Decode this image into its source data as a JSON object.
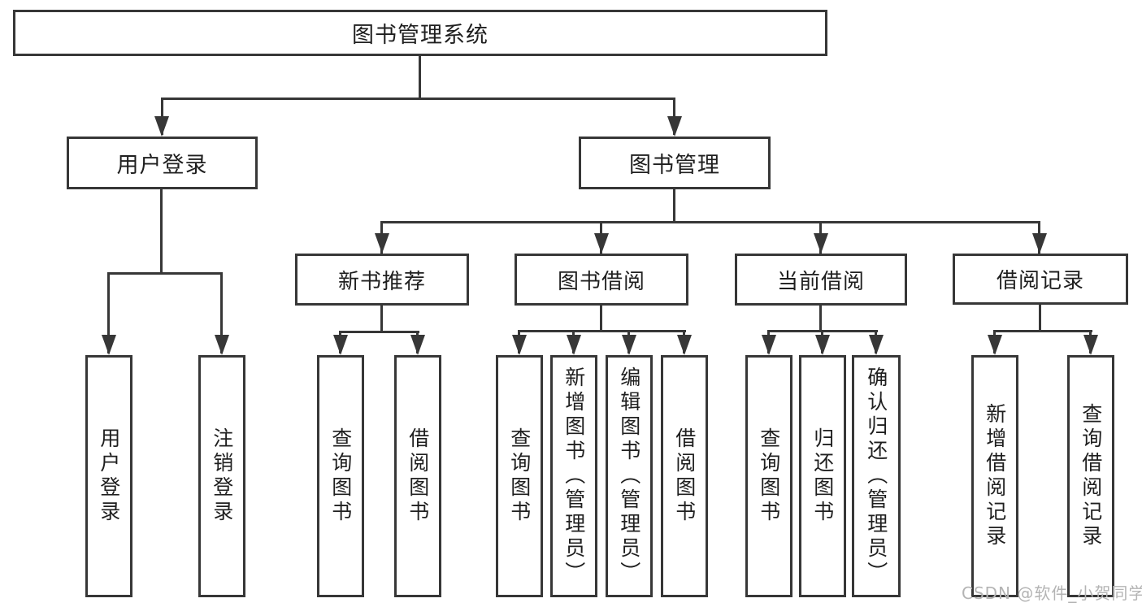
{
  "diagram": {
    "type": "hierarchy",
    "root": {
      "label": "图书管理系统"
    },
    "level2": [
      {
        "id": "user-login",
        "label": "用户登录"
      },
      {
        "id": "book-management",
        "label": "图书管理"
      }
    ],
    "level3": [
      {
        "id": "new-book-recommend",
        "label": "新书推荐"
      },
      {
        "id": "book-borrow",
        "label": "图书借阅"
      },
      {
        "id": "current-borrow",
        "label": "当前借阅"
      },
      {
        "id": "borrow-records",
        "label": "借阅记录"
      }
    ],
    "leaves": {
      "user": [
        "用户登录",
        "注销登录"
      ],
      "recommend": [
        "查询图书",
        "借阅图书"
      ],
      "borrow": [
        "查询图书",
        "新增图书（管理员）",
        "编辑图书（管理员）",
        "借阅图书"
      ],
      "current": [
        "查询图书",
        "归还图书",
        "确认归还（管理员）"
      ],
      "records": [
        "新增借阅记录",
        "查询借阅记录"
      ]
    }
  },
  "watermark": {
    "text": "CSDN @软件_小贺同学"
  },
  "colors": {
    "line": "#373737",
    "text": "#1f1f1f",
    "watermark": "#b4b4b4",
    "background": "#ffffff"
  }
}
